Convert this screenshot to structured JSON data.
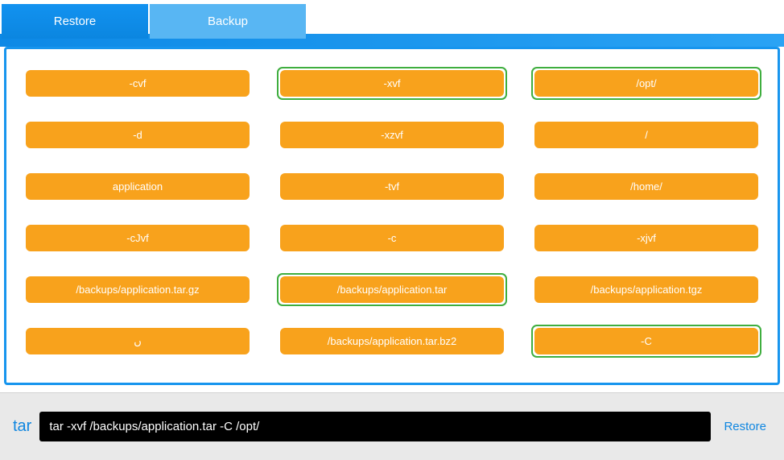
{
  "tabs": [
    {
      "label": "Restore",
      "active": true
    },
    {
      "label": "Backup",
      "active": false
    }
  ],
  "chips": [
    {
      "label": "-cvf",
      "selected": false
    },
    {
      "label": "-xvf",
      "selected": true
    },
    {
      "label": "/opt/",
      "selected": true
    },
    {
      "label": "-d",
      "selected": false
    },
    {
      "label": "-xzvf",
      "selected": false
    },
    {
      "label": "/",
      "selected": false
    },
    {
      "label": "application",
      "selected": false
    },
    {
      "label": "-tvf",
      "selected": false
    },
    {
      "label": "/home/",
      "selected": false
    },
    {
      "label": "-cJvf",
      "selected": false
    },
    {
      "label": "-c",
      "selected": false
    },
    {
      "label": "-xjvf",
      "selected": false
    },
    {
      "label": "/backups/application.tar.gz",
      "selected": false
    },
    {
      "label": "/backups/application.tar",
      "selected": true
    },
    {
      "label": "/backups/application.tgz",
      "selected": false
    },
    {
      "label": "ں",
      "selected": false
    },
    {
      "label": "/backups/application.tar.bz2",
      "selected": false
    },
    {
      "label": "-C",
      "selected": true
    }
  ],
  "command_bar": {
    "prefix": "tar",
    "command": "tar -xvf /backups/application.tar -C /opt/",
    "action": "Restore"
  },
  "colors": {
    "accent_blue": "#1795ee",
    "tab_inactive_blue": "#58b6f3",
    "chip_orange": "#f8a21c",
    "selected_green": "#3fae3f"
  }
}
